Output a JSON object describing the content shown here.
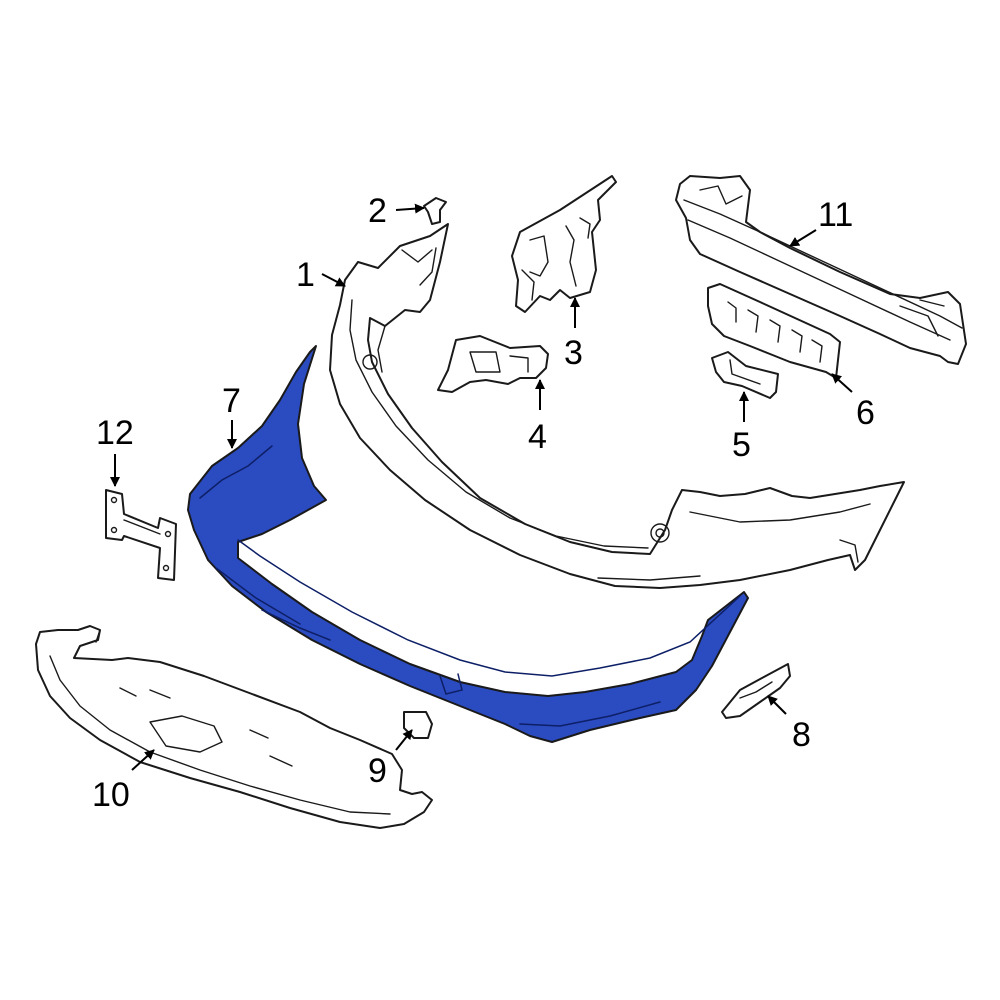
{
  "diagram": {
    "highlight_color": "#2b4bc0",
    "callouts": [
      {
        "id": "1",
        "label": "1"
      },
      {
        "id": "2",
        "label": "2"
      },
      {
        "id": "3",
        "label": "3"
      },
      {
        "id": "4",
        "label": "4"
      },
      {
        "id": "5",
        "label": "5"
      },
      {
        "id": "6",
        "label": "6"
      },
      {
        "id": "7",
        "label": "7"
      },
      {
        "id": "8",
        "label": "8"
      },
      {
        "id": "9",
        "label": "9"
      },
      {
        "id": "10",
        "label": "10"
      },
      {
        "id": "11",
        "label": "11"
      },
      {
        "id": "12",
        "label": "12"
      }
    ],
    "highlighted_part": "7"
  }
}
